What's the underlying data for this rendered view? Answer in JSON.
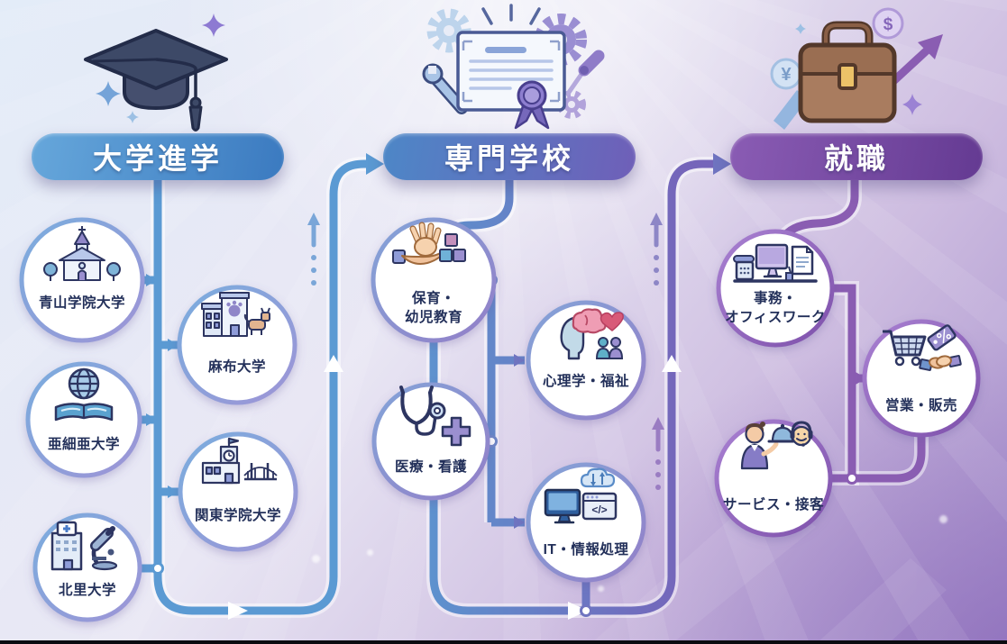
{
  "palette": {
    "header_university_gradient": [
      "#66a7db",
      "#3b7ac0"
    ],
    "header_vocational_gradient": [
      "#4d87c7",
      "#6f5fb8"
    ],
    "header_employment_gradient": [
      "#8a5cb4",
      "#643a92"
    ],
    "path_university": "#5b9ad3",
    "path_vocational_gradient": [
      "#5c94cf",
      "#7565ba"
    ],
    "path_employment": "#8a5db2",
    "node_fill": "#ffffff",
    "label_color": "#23305a",
    "background_gradient": [
      "#e3ecf8",
      "#a68fcc"
    ]
  },
  "decor": {
    "yen": "¥",
    "dollar": "$",
    "code": "</>"
  },
  "columns": [
    {
      "id": "university",
      "header": "大学進学",
      "top_icon": "graduation-cap-icon",
      "items": [
        {
          "icon": "church-icon",
          "lines": [
            "青山学院大学"
          ]
        },
        {
          "icon": "campus-dog-icon",
          "lines": [
            "麻布大学"
          ]
        },
        {
          "icon": "globe-book-icon",
          "lines": [
            "亜細亜大学"
          ]
        },
        {
          "icon": "school-bridge-icon",
          "lines": [
            "関東学院大学"
          ]
        },
        {
          "icon": "hospital-microscope-icon",
          "lines": [
            "北里大学"
          ]
        }
      ]
    },
    {
      "id": "vocational",
      "header": "専門学校",
      "top_icon": "certificate-icon",
      "items": [
        {
          "icon": "caring-hands-blocks-icon",
          "lines": [
            "保育・",
            "幼児教育"
          ]
        },
        {
          "icon": "mind-heart-people-icon",
          "lines": [
            "心理学・福祉"
          ]
        },
        {
          "icon": "stethoscope-cross-icon",
          "lines": [
            "医療・看護"
          ]
        },
        {
          "icon": "computer-cloud-code-icon",
          "lines": [
            "IT・情報処理"
          ]
        }
      ]
    },
    {
      "id": "employment",
      "header": "就職",
      "top_icon": "briefcase-icon",
      "items": [
        {
          "icon": "office-desk-icon",
          "lines": [
            "事務・",
            "オフィスワーク"
          ]
        },
        {
          "icon": "cart-tag-handshake-icon",
          "lines": [
            "営業・販売"
          ]
        },
        {
          "icon": "service-staff-icon",
          "lines": [
            "サービス・接客"
          ]
        }
      ]
    }
  ],
  "connections": [
    {
      "from": "大学進学",
      "to": "専門学校",
      "style": "arrow"
    },
    {
      "from": "専門学校",
      "to": "就職",
      "style": "arrow"
    }
  ]
}
